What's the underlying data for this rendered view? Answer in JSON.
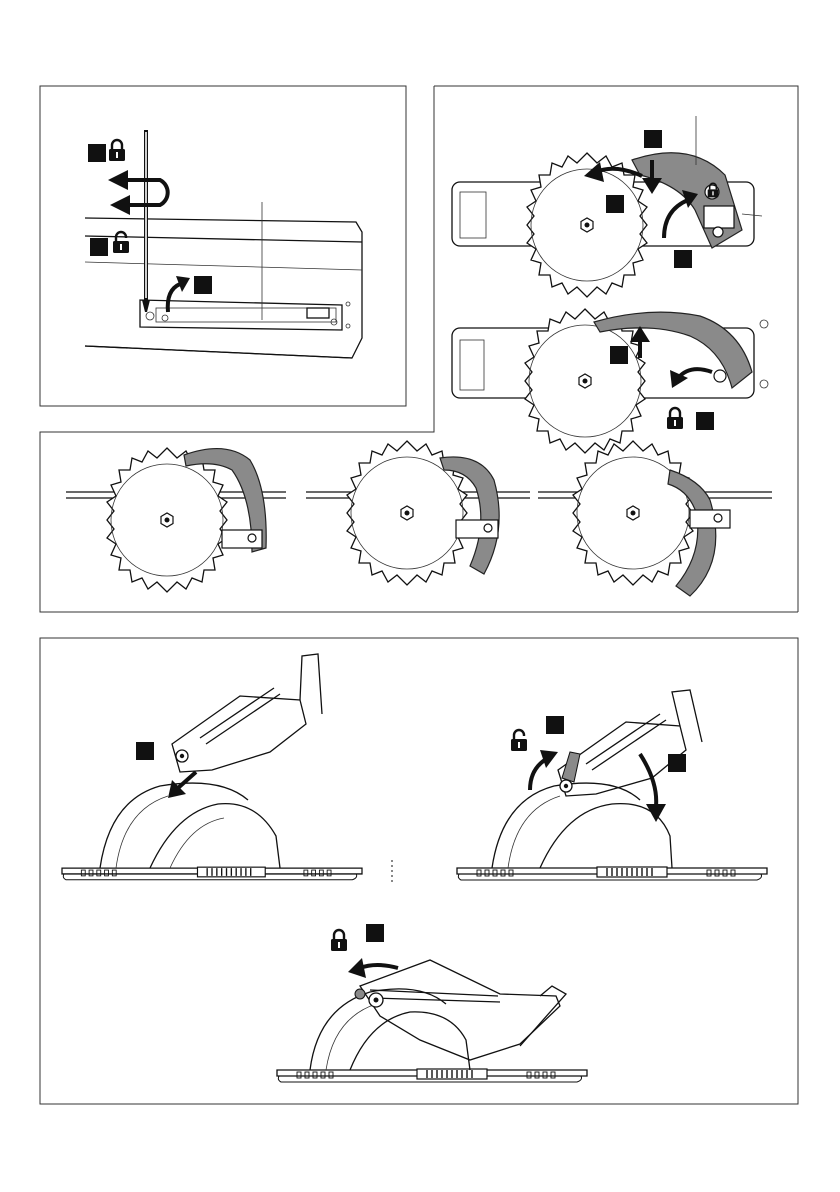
{
  "figure": {
    "panels": [
      "screwdriver-adjust-panel",
      "blade-guard-removal-panel",
      "guard-positions-panel",
      "riving-knife-mount-panel"
    ],
    "icons": [
      "lock-icon",
      "unlock-icon",
      "screwdriver-icon",
      "saw-blade-icon",
      "blade-guard-icon",
      "direction-arrow-icon"
    ],
    "colors": {
      "line": "#111111",
      "guard_fill": "#8a8a8a",
      "step_badge": "#111111",
      "frame": "#333333"
    }
  }
}
